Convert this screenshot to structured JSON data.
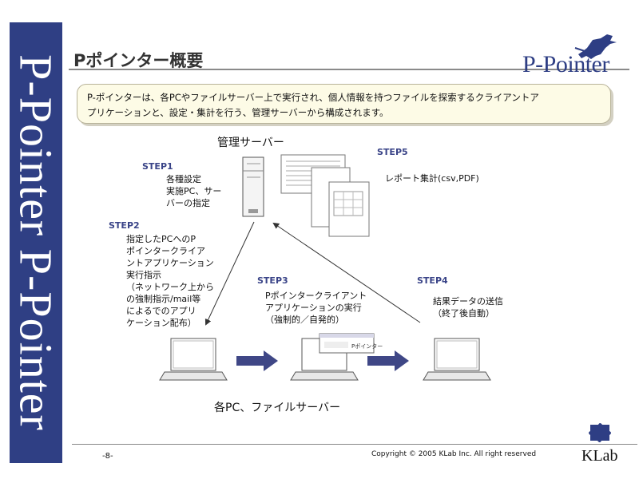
{
  "sidebar": {
    "vertical_text": "P-Pointer  P-Pointer"
  },
  "header": {
    "title": "Pポインター概要",
    "logo_text": "P-Pointer"
  },
  "summary": {
    "line1": "P-ポインターは、各PCやファイルサーバー上で実行され、個人情報を持つファイルを探索するクライアントア",
    "line2": "プリケーションと、設定・集計を行う、管理サーバーから構成されます。"
  },
  "diagram": {
    "server_label": "管理サーバー",
    "pcs_label": "各PC、ファイルサーバー",
    "step1": {
      "title": "STEP1",
      "lines": [
        "各種設定",
        "実施PC、サー",
        "バーの指定"
      ]
    },
    "step2": {
      "title": "STEP2",
      "lines": [
        "指定したPCへのP",
        "ポインタークライア",
        "ントアプリケーション",
        "実行指示",
        "（ネットワーク上から",
        "の強制指示/mail等",
        "によるでのアプリ",
        "ケーション配布）"
      ]
    },
    "step3": {
      "title": "STEP3",
      "lines": [
        "Pポインタークライアント",
        "アプリケーションの実行",
        "（強制的／自発的）"
      ]
    },
    "step4": {
      "title": "STEP4",
      "lines": [
        "結果データの送信",
        "（終了後自動）"
      ]
    },
    "step5": {
      "title": "STEP5",
      "lines": [
        "レポート集計(csv,PDF)"
      ]
    },
    "popup_text": "Pポインター"
  },
  "footer": {
    "page": "-8-",
    "copyright": "Copyright ©  2005 KLab Inc. All right reserved",
    "company": "KLab"
  },
  "colors": {
    "sidebar": "#2f3f84",
    "arrow": "#3f4786",
    "accent": "#2e3e84"
  }
}
